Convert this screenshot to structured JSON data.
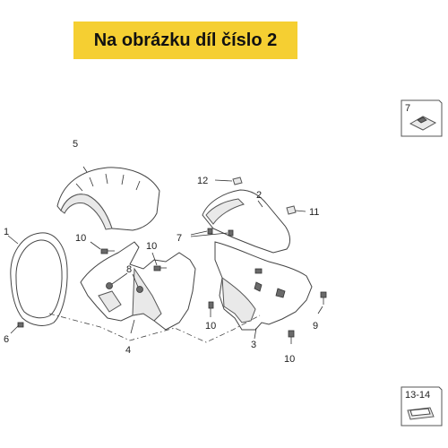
{
  "banner": {
    "text": "Na obrázku díl číslo 2",
    "color": "#f5cf32"
  },
  "callouts": {
    "c1": "1",
    "c2": "2",
    "c3": "3",
    "c4": "4",
    "c5": "5",
    "c6": "6",
    "c7": "7",
    "c8": "8",
    "c9": "9",
    "c10a": "10",
    "c10b": "10",
    "c10c": "10",
    "c10d": "10",
    "c11": "11",
    "c12": "12"
  },
  "insets": {
    "top_right": "7",
    "bottom_right": "13-14"
  },
  "icons": [
    "instrument-panel-front-cover",
    "headlight-rim",
    "handlebar-cover",
    "clip-nut",
    "screw",
    "rubber-grommet"
  ]
}
